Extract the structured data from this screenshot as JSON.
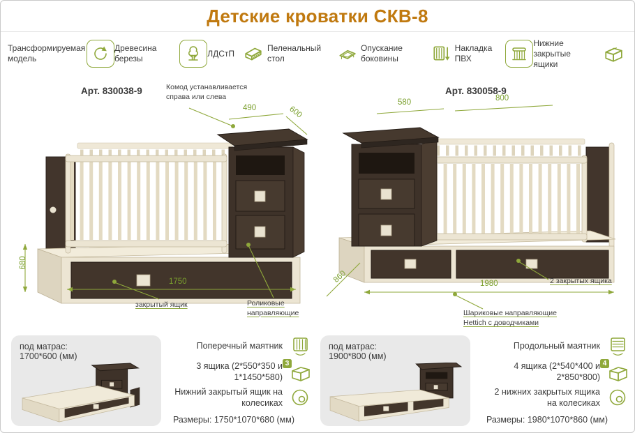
{
  "title": "Детские кроватки СКВ-8",
  "colors": {
    "accent_green": "#8fa83b",
    "title_orange": "#c0790f",
    "card_gray": "#e9e9e9",
    "wenge": "#3e3229",
    "cream": "#ece5d3"
  },
  "features": [
    {
      "label": "Трансформируемая модель",
      "icon": "transform-icon"
    },
    {
      "label": "Древесина березы",
      "icon": "birch-tree-icon"
    },
    {
      "label": "ЛДСтП",
      "icon": "laminated-board-icon"
    },
    {
      "label": "Пеленальный стол",
      "icon": "changing-table-icon"
    },
    {
      "label": "Опускание боковины",
      "icon": "drop-side-icon"
    },
    {
      "label": "Накладка ПВХ",
      "icon": "pvc-overlay-icon"
    },
    {
      "label": "Нижние закрытые ящики",
      "icon": "bottom-drawers-icon"
    }
  ],
  "products": [
    {
      "art": "Арт. 830038-9",
      "callout_top": "Комод устанавливается справа или слева",
      "dim_top_width": "490",
      "dim_top_depth": "600",
      "dim_side": "680",
      "dim_length": "1750",
      "callout_drawer": "закрытый ящик",
      "callout_slides": "Роликовые направляющие"
    },
    {
      "art": "Арт. 830058-9",
      "dim_top_width": "580",
      "dim_top_depth": "800",
      "dim_side": "860",
      "dim_length": "1980",
      "callout_drawer": "2 закрытых ящика",
      "callout_slides": "Шариковые направляющие Hettich с доводчиками"
    }
  ],
  "specs": [
    {
      "mattress_label": "под матрас:",
      "mattress_size": "1700*600 (мм)",
      "items": [
        {
          "text": "Поперечный маятник",
          "icon": "pendulum-transverse-icon"
        },
        {
          "text": "3 ящика (2*550*350 и 1*1450*580)",
          "icon": "drawer-3d-icon",
          "badge": "3"
        },
        {
          "text": "Нижний закрытый ящик на колесиках",
          "icon": "casters-icon"
        },
        {
          "text": "Размеры: 1750*1070*680 (мм)"
        }
      ]
    },
    {
      "mattress_label": "под матрас:",
      "mattress_size": "1900*800 (мм)",
      "items": [
        {
          "text": "Продольный маятник",
          "icon": "pendulum-longitudinal-icon"
        },
        {
          "text": "4 ящика (2*540*400 и 2*850*800)",
          "icon": "drawer-3d-icon",
          "badge": "4"
        },
        {
          "text": "2 нижних закрытых ящика на колесиках",
          "icon": "casters-icon"
        },
        {
          "text": "Размеры: 1980*1070*860 (мм)"
        }
      ]
    }
  ]
}
